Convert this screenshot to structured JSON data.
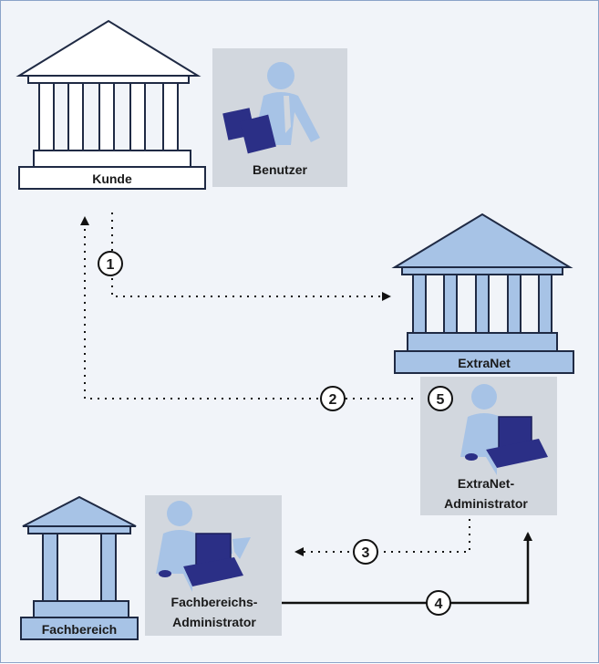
{
  "nodes": {
    "kunde": "Kunde",
    "benutzer": "Benutzer",
    "extranet": "ExtraNet",
    "extranet_admin_line1": "ExtraNet-",
    "extranet_admin_line2": "Administrator",
    "fachbereich": "Fachbereich",
    "fach_admin_line1": "Fachbereichs-",
    "fach_admin_line2": "Administrator"
  },
  "steps": [
    "1",
    "2",
    "3",
    "4",
    "5"
  ],
  "colors": {
    "building_blue": "#a7c3e6",
    "building_stroke": "#1f2a44",
    "person_light": "#a7c3e6",
    "person_dark": "#2b2f86",
    "tile_bg": "#d2d7de",
    "frame": "#8aa3c8"
  }
}
